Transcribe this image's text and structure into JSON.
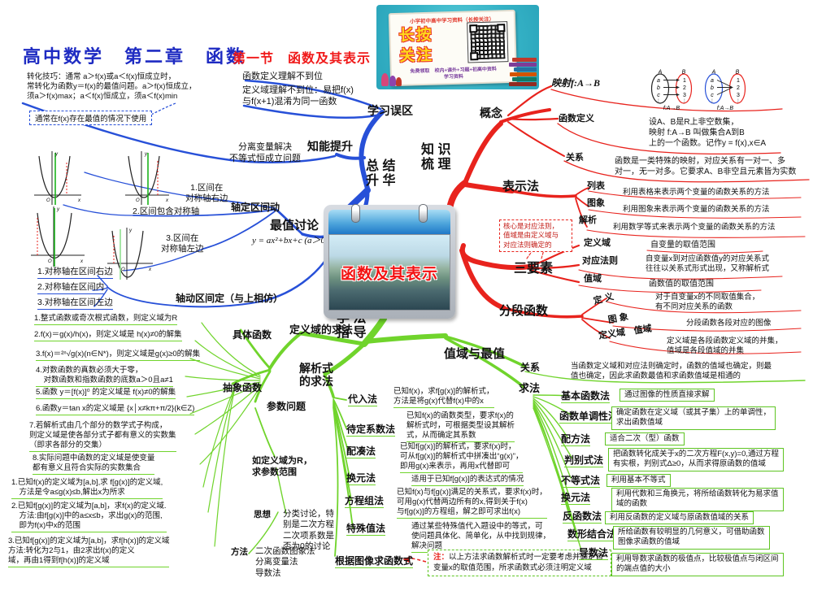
{
  "title": {
    "main": "高中数学　第二章　函数",
    "sub": "第一节　函数及其表示"
  },
  "banner": {
    "header": "小学初中高中学习资料（长按关注）",
    "cta1": "长按",
    "cta2": "关注",
    "sub1": "免费领取",
    "sub2": "校内+课外+习题+初高中资料",
    "sub3": "学习资料"
  },
  "center": {
    "label": "函数及其表示"
  },
  "root": {
    "knowledge": "知 识\n梳 理",
    "summary": "总 结\n升 华",
    "guide": "学 法\n指 导"
  },
  "graph_axis": {
    "x": "x",
    "y": "y",
    "o": "O"
  },
  "red": {
    "concept": "概念",
    "mapping_title": "映射f:A→B",
    "diagram": {
      "setA": "A",
      "setB": "B",
      "caption": "f:A→B",
      "left": [
        "a",
        "b",
        "c",
        "⋮"
      ],
      "right": [
        "1",
        "2",
        "3",
        "⋮"
      ]
    },
    "def_label": "函数定义",
    "def_text": "设A、B是R上非空数集，\n映射 f:A→B 叫做集合A到B\n上的一个函数。记作y = f(x),x∈A",
    "rel_label": "关系",
    "rel_text": "函数是一类特殊的映射，对应关系有一对一、多\n对一，无一对多。它要求A、B非空且元素皆为实数",
    "repr_label": "表示法",
    "repr": [
      {
        "label": "列表",
        "desc": "利用表格来表示两个变量的函数关系的方法"
      },
      {
        "label": "图象",
        "desc": "利用图象来表示两个变量的函数关系的方法"
      },
      {
        "label": "解析",
        "desc": "利用数学等式来表示两个变量的函数关系的方法"
      }
    ],
    "callout": "核心是对应法则，\n值域是由定义域与\n对应法则确定的",
    "three_label": "三要素",
    "three": [
      {
        "label": "定义域",
        "desc": "自变量的取值范围"
      },
      {
        "label": "对应法则",
        "desc": "自变量x到对应函数值y的对应关系式\n往往以关系式形式出现，又称解析式"
      },
      {
        "label": "值域",
        "desc": "函数值的取值范围"
      }
    ],
    "piece_label": "分段函数",
    "piece": [
      {
        "label": "定 义",
        "desc": "对于自变量x的不同取值集合，\n有不同对应关系的函数"
      },
      {
        "label": "图 象",
        "desc": "分段函数各段对应的图像"
      },
      {
        "label": "定义域　值域",
        "desc": "定义域是各段函数定义域的并集，\n值域是各段值域的并集"
      }
    ]
  },
  "blue": {
    "mistakes_label": "学习误区",
    "mistake1": "函数定义理解不到位",
    "mistake2": "定义域理解不到位：易把f(x)\n与f(x+1)混淆为同一函数",
    "improve_label": "知能提升",
    "improve_text": "分离变量解决\n不等式恒成立问题",
    "tips": "转化技巧：通常 a＞f(x)或a＜f(x)恒成立时，\n常转化为函数y＝f(x)的最值问题。a＞f(x)恒成立，\n须a＞f(x)max；a＜f(x)恒成立，须a＜f(x)min",
    "tip_note": "通常在f(x)存在最值的情况下使用",
    "max_label": "最值讨论",
    "max_formula": "y = ax²+bx+c (a＞0)",
    "fixed_label": "轴定区间动",
    "fixed": [
      "1.区间在\n对称轴右边",
      "2.区间包含对称轴",
      "3.区间在\n对称轴左边"
    ],
    "moving_label": "轴动区间定（与上相仿）",
    "moving": [
      "1.对称轴在区间右边",
      "2.对称轴在区间内",
      "3.对称轴在区间左边"
    ]
  },
  "green": {
    "domain_label": "定义域的求法",
    "concrete_label": "具体函数",
    "concrete": [
      "1.整式函数或奇次根式函数，则定义域为R",
      "2.f(x)＝g(x)/h(x)，则定义域是 h(x)≠0的解集",
      "3.f(x)＝²ⁿ√g(x)(n∈N*)，则定义域是g(x)≥0的解集",
      "4.对数函数的真数必须大于零，\n　对数函数和指数函数的底数a＞0且a≠1",
      "5.函数 y＝[f(x)]⁰ 的定义域是 f(x)≠0的解集",
      "6.函数y＝tan x的定义域是 {x│x≠kπ+π/2}(k∈Z)",
      "7.若解析式由几个部分的数学式子构成，\n则定义域是使各部分式子都有意义的实数集\n（即求各部分的交集）",
      "8.实际问题中函数的定义域是使变量\n都有意义且符合实际的实数集合"
    ],
    "abstract_label": "抽象函数",
    "abstract": [
      "1.已知f(x)的定义域为[a,b],求 f[g(x)]的定义域,\n　方法是令a≤g(x)≤b,解出x为所求",
      "2.已知f[g(x)]的定义域为[a,b]，求f(x)的定义域.\n　方法:由f[g(x)]中的a≤x≤b，求出g(x)的范围,\n　即为f(x)中x的范围",
      "3.已知f[g(x)]的定义域为[a,b]，求f[h(x)]的定义域\n方法:转化为2与1，由2求出f(x)的定义\n域，再由1得到f[h(x)]的定义域"
    ],
    "param_label": "参数问题",
    "param_case": "如定义域为R，\n求参数范围",
    "thought_label": "思想",
    "thought_text": "分类讨论，特\n别是二次方程\n二次项系数是\n否为0的讨论",
    "method_label": "方法",
    "method_text": "二次函数图象法\n分离变量法\n导数法",
    "analytic_label": "解析式\n的求法",
    "analytic": [
      {
        "label": "代入法",
        "desc": "已知f(x)，求f[g(x)]的解析式，\n方法是将g(x)代替f(x)中的x"
      },
      {
        "label": "待定系数法",
        "desc": "已知f(x)的函数类型，要求f(x)的\n解析式时，可根据类型设其解析\n式，从而确定其系数"
      },
      {
        "label": "配凑法",
        "desc": "已知f[g(x)]的解析式，要求f(x)时，\n可从f[g(x)]的解析式中拼凑出“g(x)”，\n即用g(x)来表示，再用x代替即可"
      },
      {
        "label": "换元法",
        "desc": "适用于已知f[g(x)]的表达式的情况"
      },
      {
        "label": "方程组法",
        "desc": "已知f(x)与f[g(x)]满足的关系式，要求f(x)时，\n可用g(x)代替两边所有的x,得到关于f(x)\n与f[g(x)]的方程组，解之即可求出f(x)"
      },
      {
        "label": "特殊值法",
        "desc": "通过某些特殊值代入题设中的等式，可\n使问题具体化、简单化，从中找到规律，\n解决问题"
      }
    ],
    "graph_label": "根据图像求函数式",
    "note_prefix": "注：",
    "note_body": "以上方法求函数解析式时一定要考虑并确定自\n变量x的取值范围，所求函数式必须注明定义域",
    "range_label": "值域与最值",
    "rel_label": "关系",
    "rel_text": "当函数定义域和对应法则确定时，函数的值域也确定，则最\n值也确定，因此求函数最值和求函数值域是相通的",
    "solve_label": "求法",
    "methods": [
      {
        "label": "基本函数法",
        "desc": "通过图像的性质直接求解"
      },
      {
        "label": "函数单调性法",
        "desc": "确定函数在定义域（或其子集）上的单调性，\n求出函数值域"
      },
      {
        "label": "配方法",
        "desc": "适合二次（型）函数"
      },
      {
        "label": "判别式法",
        "desc": "把函数转化成关于x的二次方程F(x,y)=0,通过方程\n有实根，判别式Δ≥0，从而求得原函数的值域"
      },
      {
        "label": "不等式法",
        "desc": "利用基本不等式"
      },
      {
        "label": "换元法",
        "desc": "利用代数和三角换元，将所给函数转化为易求值\n域的函数"
      },
      {
        "label": "反函数法",
        "desc": "利用反函数的定义域与原函数值域的关系"
      },
      {
        "label": "数形结合法",
        "desc": "所给函数有较明显的几何意义，可借助函数\n图像求函数的值域"
      },
      {
        "label": "导数法",
        "desc": "利用导数求函数的极值点，比较极值点与闭区间\n的端点值的大小"
      }
    ]
  },
  "colors": {
    "red": "#e8231d",
    "blue": "#2750d8",
    "green": "#70d42c"
  }
}
